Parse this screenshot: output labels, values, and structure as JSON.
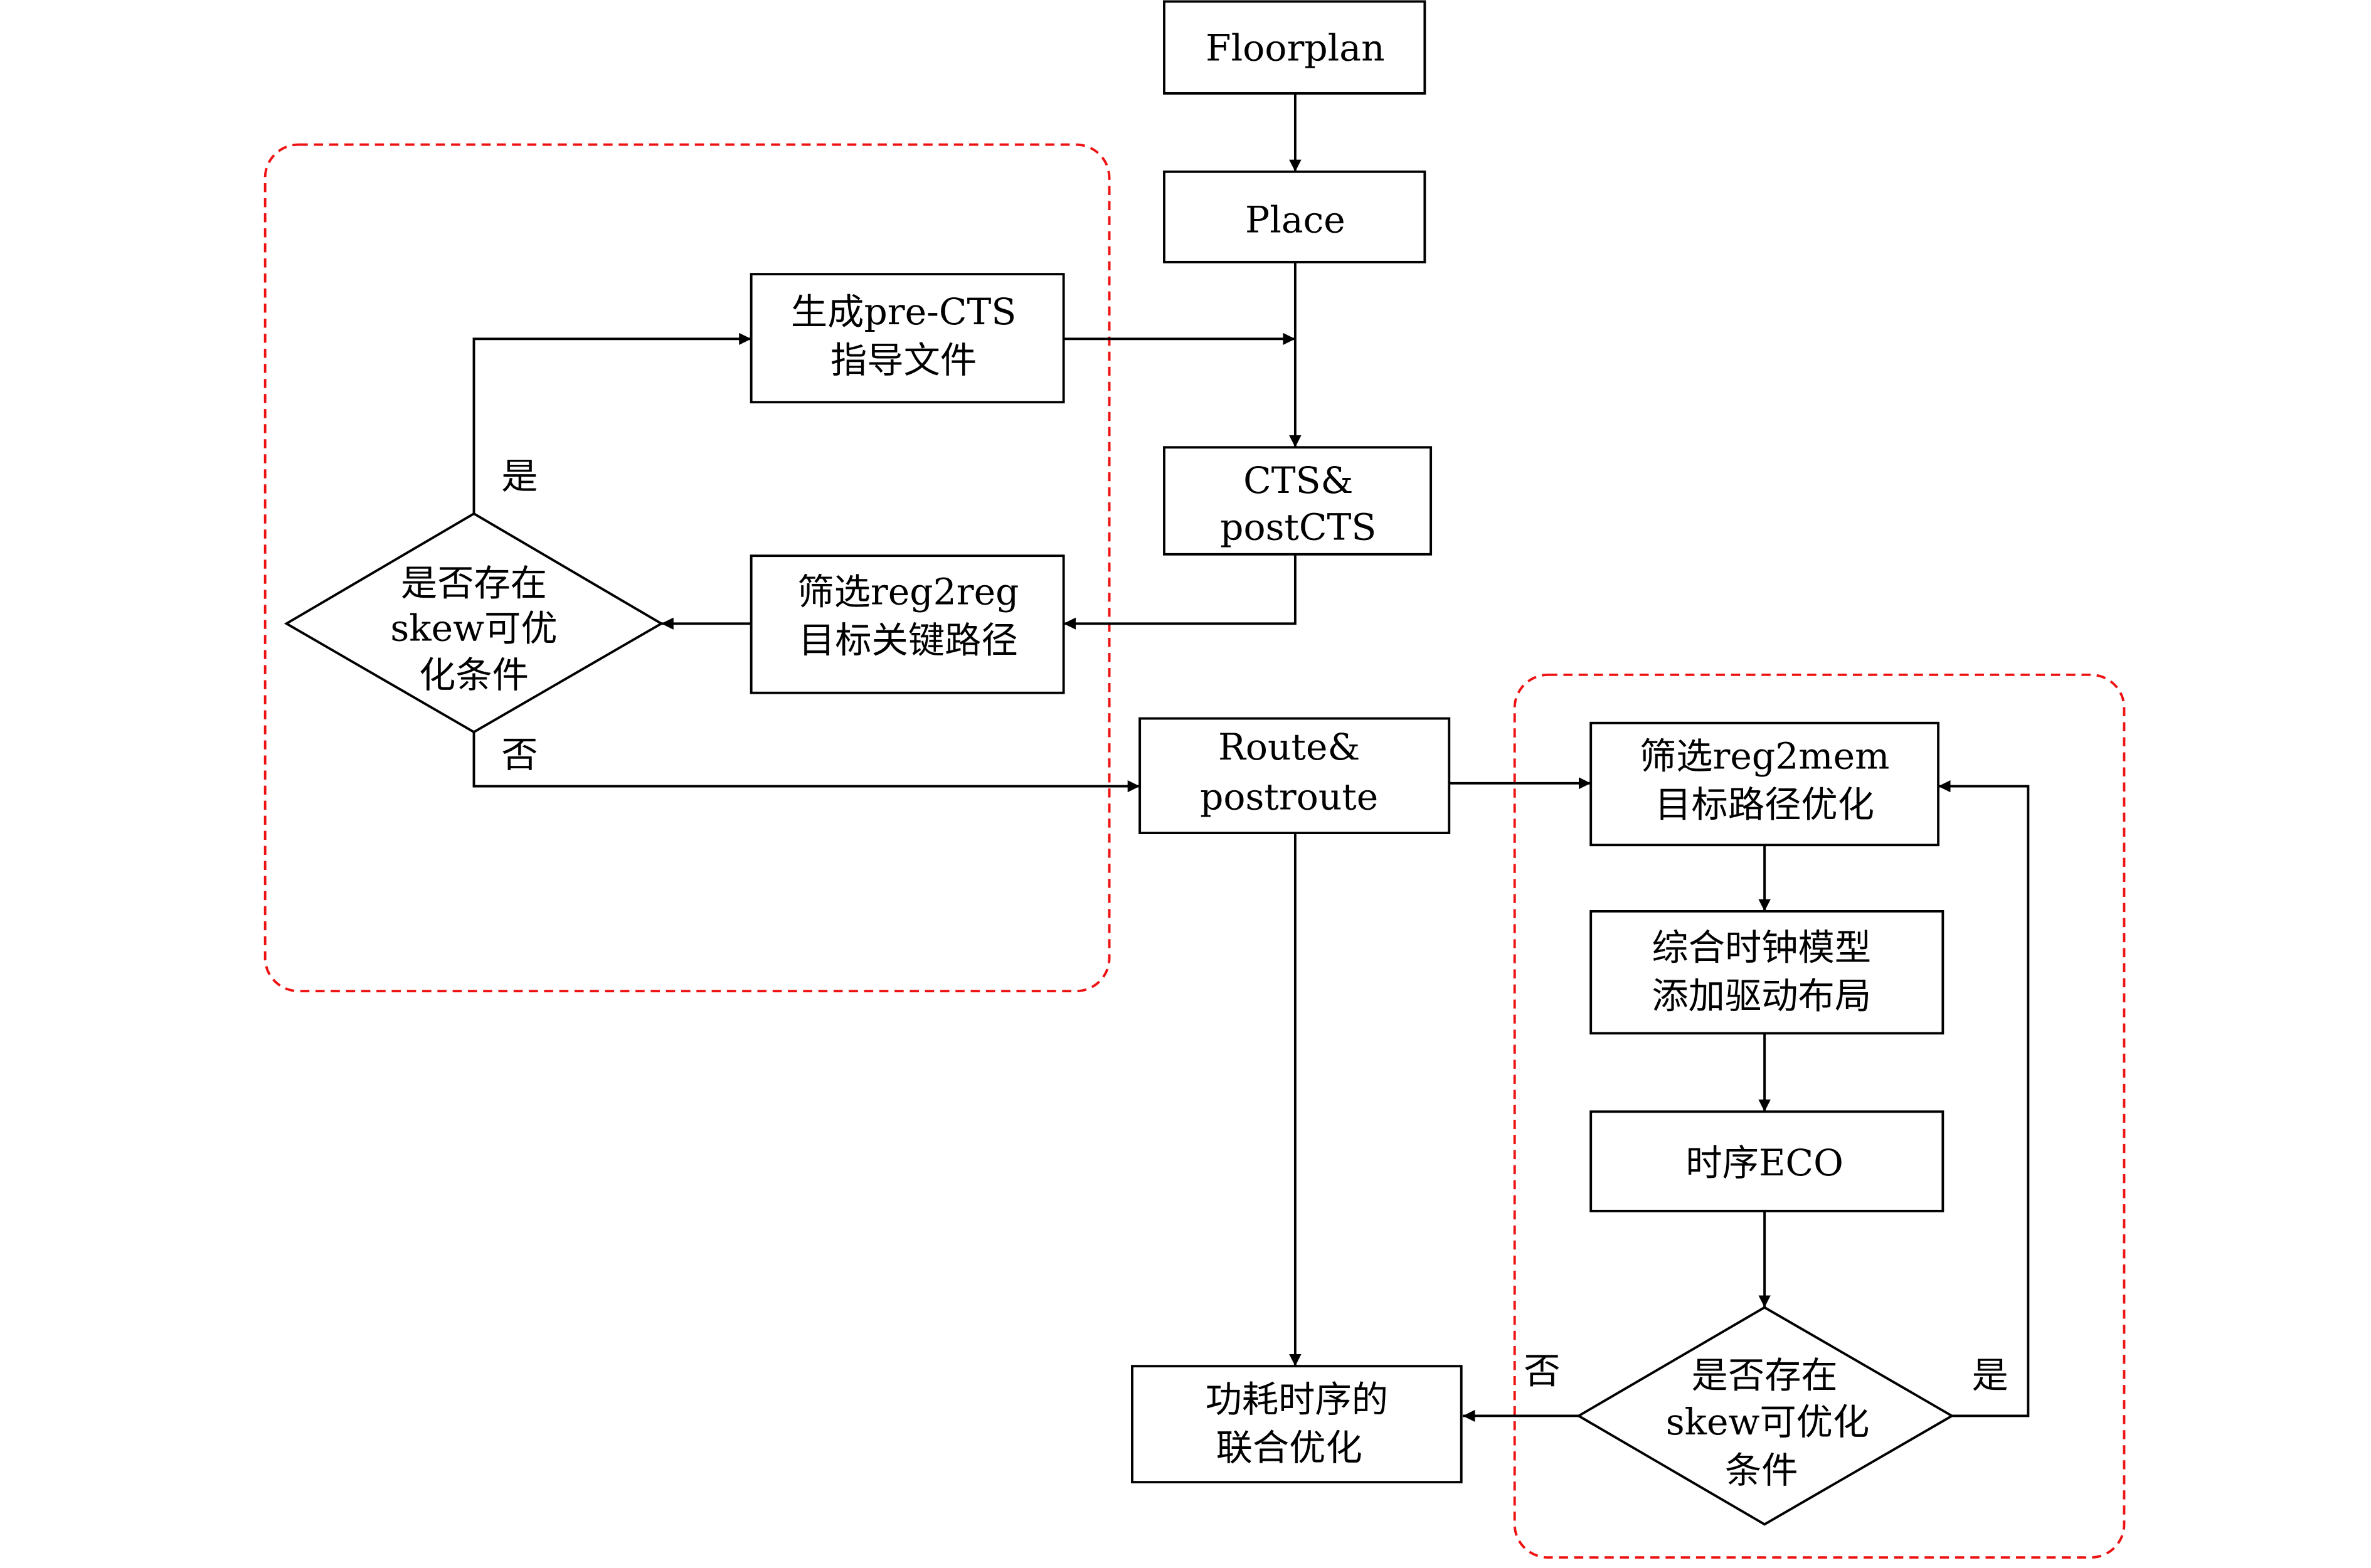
{
  "diagram": {
    "type": "flowchart",
    "nodes": {
      "floorplan": {
        "lines": [
          "Floorplan"
        ]
      },
      "place": {
        "lines": [
          "Place"
        ]
      },
      "cts": {
        "lines": [
          "CTS&",
          "postCTS"
        ]
      },
      "gen_prects": {
        "lines": [
          "生成pre-CTS",
          "指导文件"
        ]
      },
      "filter_reg2reg": {
        "lines": [
          "筛选reg2reg",
          "目标关键路径"
        ]
      },
      "decision_left": {
        "lines": [
          "是否存在",
          "skew可优",
          "化条件"
        ]
      },
      "route": {
        "lines": [
          "Route&",
          "postroute"
        ]
      },
      "filter_reg2mem": {
        "lines": [
          "筛选reg2mem",
          "目标路径优化"
        ]
      },
      "clock_model": {
        "lines": [
          "综合时钟模型",
          "添加驱动布局"
        ]
      },
      "timing_eco": {
        "lines": [
          "时序ECO"
        ]
      },
      "decision_right": {
        "lines": [
          "是否存在",
          "skew可优化",
          "条件"
        ]
      },
      "joint_opt": {
        "lines": [
          "功耗时序的",
          "联合优化"
        ]
      }
    },
    "branch_labels": {
      "left_yes": "是",
      "left_no": "否",
      "right_yes": "是",
      "right_no": "否"
    },
    "edges": [
      [
        "floorplan",
        "place"
      ],
      [
        "place",
        "cts"
      ],
      [
        "gen_prects",
        "place-cts-line"
      ],
      [
        "cts",
        "filter_reg2reg"
      ],
      [
        "filter_reg2reg",
        "decision_left"
      ],
      [
        "decision_left",
        "gen_prects",
        "是"
      ],
      [
        "decision_left",
        "route",
        "否"
      ],
      [
        "route",
        "filter_reg2mem"
      ],
      [
        "route",
        "joint_opt"
      ],
      [
        "filter_reg2mem",
        "clock_model"
      ],
      [
        "clock_model",
        "timing_eco"
      ],
      [
        "timing_eco",
        "decision_right"
      ],
      [
        "decision_right",
        "filter_reg2mem",
        "是"
      ],
      [
        "decision_right",
        "joint_opt",
        "否"
      ]
    ],
    "colors": {
      "stroke": "#000000",
      "group_outline": "#ee1111",
      "background": "#ffffff"
    }
  }
}
